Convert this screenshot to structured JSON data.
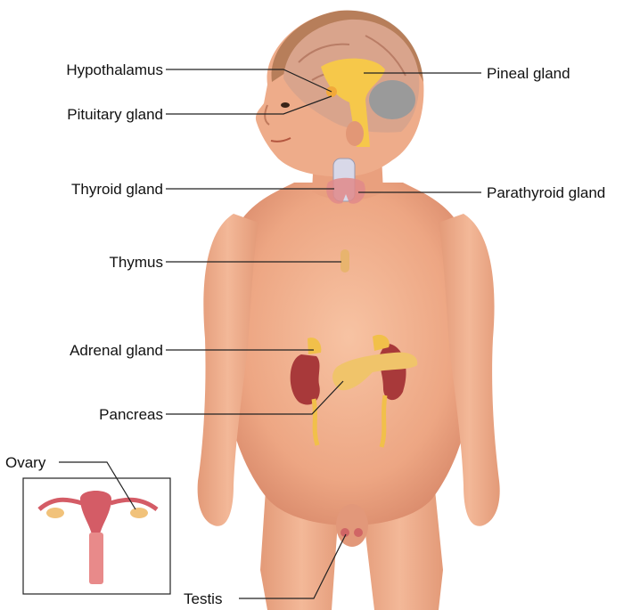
{
  "labels": {
    "hypothalamus": "Hypothalamus",
    "pituitary": "Pituitary gland",
    "pineal": "Pineal gland",
    "thyroid": "Thyroid gland",
    "parathyroid": "Parathyroid gland",
    "thymus": "Thymus",
    "adrenal": "Adrenal gland",
    "pancreas": "Pancreas",
    "ovary": "Ovary",
    "testis": "Testis"
  },
  "colors": {
    "skin": "#f2b08f",
    "skin_shadow": "#d98a6b",
    "hair": "#8a5a33",
    "brain": "#d9a48c",
    "gland_yellow": "#f6c84a",
    "kidney": "#a8393a",
    "leader_line": "#222222"
  }
}
